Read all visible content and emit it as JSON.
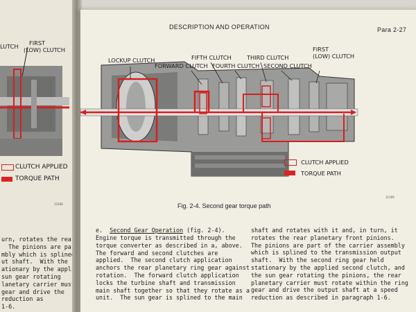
{
  "page": {
    "header_title": "DESCRIPTION AND OPERATION",
    "header_para": "Para 2-27",
    "figure_caption": "Fig. 2-4. Second gear torque path",
    "figure_number": "12169"
  },
  "diagram_labels": {
    "lockup_clutch": "LOCKUP CLUTCH",
    "forward_clutch": "FORWARD CLUTCH",
    "fifth_clutch": "FIFTH CLUTCH",
    "fourth_clutch": "FOURTH CLUTCH",
    "third_clutch": "THIRD CLUTCH",
    "second_clutch": "SECOND CLUTCH",
    "first_line1": "FIRST",
    "first_line2": "(LOW) CLUTCH"
  },
  "legend": {
    "clutch_applied": "CLUTCH APPLIED",
    "torque_path": "TORQUE PATH"
  },
  "left_page": {
    "first_line1": "FIRST",
    "first_line2": "(LOW) CLUTCH",
    "clutch_fragment": "LUTCH",
    "clutch_applied": "CLUTCH APPLIED",
    "torque_path": "TORQUE PATH",
    "figure_number": "12169",
    "text_lines": [
      "urn, rotates the rear",
      "  The pinions are part",
      "mbly which is splined",
      "ut shaft.  With the",
      "ationary by the applied",
      "sun gear rotating",
      "lanetary carrier must",
      "gear and drive the",
      "reduction as",
      "1-6."
    ]
  },
  "column1": {
    "heading_prefix": "e.",
    "heading": "Second Gear Operation",
    "heading_suffix": " (fig. 2-4).",
    "lines": [
      "Engine torque is transmitted through the",
      "torque converter as described in a, above.",
      "The forward and second clutches are",
      "applied.  The second clutch application",
      "anchors the rear planetary ring gear against",
      "rotation.  The forward clutch application",
      "locks the turbine shaft and transmission",
      "main shaft together so that they rotate as a",
      "unit.  The sun gear is splined to the main"
    ]
  },
  "column2": {
    "lines": [
      "shaft and rotates with it and, in turn, it",
      "rotates the rear planetary front pinions.",
      "The pinions are part of the carrier assembly",
      "which is splined to the transmission output",
      "shaft.  With the second ring gear held",
      "stationary by the applied second clutch, and",
      "the sun gear rotating the pinions, the rear",
      "planetary carrier must rotate within the ring",
      "gear and drive the output shaft at a speed",
      "reduction as described in paragraph 1-6."
    ]
  },
  "colors": {
    "torque_red": "#d42020",
    "ink": "#1c1c1c",
    "paper": "#f1eee4"
  }
}
